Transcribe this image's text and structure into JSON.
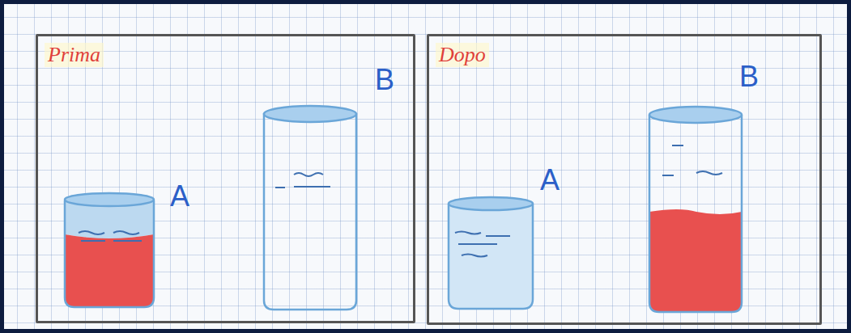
{
  "diagram": {
    "nodes": [
      {
        "text": [
          "Prima"
        ]
      },
      {
        "text": [
          "Dopo"
        ]
      }
    ],
    "labels": [
      "A",
      "B",
      "A",
      "B"
    ]
  }
}
